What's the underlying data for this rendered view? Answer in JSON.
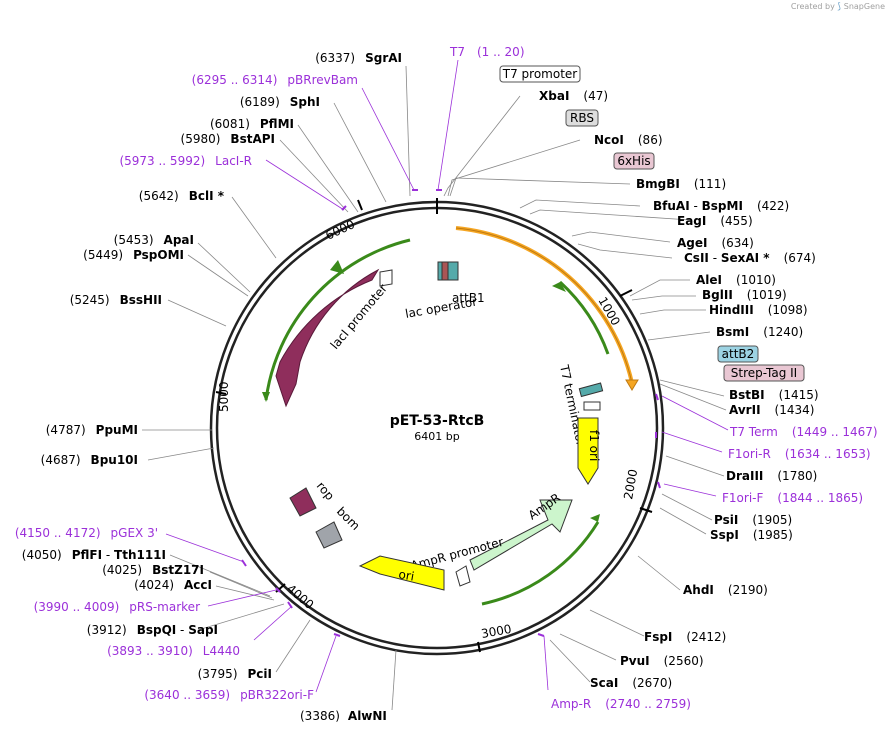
{
  "branding": {
    "created_by": "Created by",
    "logo_text": "SnapGene"
  },
  "plasmid": {
    "name": "pET-53-RtcB",
    "length_label": "6401 bp"
  },
  "ticks": [
    "1000",
    "2000",
    "3000",
    "4000",
    "5000",
    "6000"
  ],
  "features": {
    "attB1": "attB1",
    "lac_operator": "lac operator",
    "lacI": "lacI",
    "lacI_promoter": "lacI promoter",
    "T7_terminator": "T7 terminator",
    "f1_ori": "f1 ori",
    "AmpR": "AmpR",
    "AmpR_promoter": "AmpR promoter",
    "ori": "ori",
    "rop": "rop",
    "bom": "bom"
  },
  "right_labels": [
    {
      "name": "XbaI",
      "pos": "(47)"
    },
    {
      "name": "NcoI",
      "pos": "(86)"
    },
    {
      "name": "BmgBI",
      "pos": "(111)"
    },
    {
      "name": "BfuAI",
      "name2": "BspMI",
      "pos": "(422)"
    },
    {
      "name": "EagI",
      "pos": "(455)"
    },
    {
      "name": "AgeI",
      "pos": "(634)"
    },
    {
      "name": "CsII",
      "name2": "SexAI *",
      "pos": "(674)"
    },
    {
      "name": "AleI",
      "pos": "(1010)"
    },
    {
      "name": "BglII",
      "pos": "(1019)"
    },
    {
      "name": "HindIII",
      "pos": "(1098)"
    },
    {
      "name": "BsmI",
      "pos": "(1240)"
    },
    {
      "name": "BstBI",
      "pos": "(1415)"
    },
    {
      "name": "AvrII",
      "pos": "(1434)"
    },
    {
      "name": "DraIII",
      "pos": "(1780)"
    },
    {
      "name": "PsiI",
      "pos": "(1905)"
    },
    {
      "name": "SspI",
      "pos": "(1985)"
    },
    {
      "name": "AhdI",
      "pos": "(2190)"
    },
    {
      "name": "FspI",
      "pos": "(2412)"
    },
    {
      "name": "PvuI",
      "pos": "(2560)"
    },
    {
      "name": "ScaI",
      "pos": "(2670)"
    },
    {
      "name": "AlwNI",
      "pos": "(3386)"
    }
  ],
  "right_primers": [
    {
      "name": "T7",
      "pos": "(1 .. 20)"
    },
    {
      "name": "T7 Term",
      "pos": "(1449 .. 1467)"
    },
    {
      "name": "F1ori-R",
      "pos": "(1634 .. 1653)"
    },
    {
      "name": "F1ori-F",
      "pos": "(1844 .. 1865)"
    },
    {
      "name": "Amp-R",
      "pos": "(2740 .. 2759)"
    }
  ],
  "boxed_features": {
    "T7_promoter": "T7 promoter",
    "RBS": "RBS",
    "6xHis": "6xHis",
    "attB2": "attB2",
    "Strep_Tag_II": "Strep-Tag II"
  },
  "left_labels": [
    {
      "pos": "(6337)",
      "name": "SgrAI"
    },
    {
      "pos": "(6189)",
      "name": "SphI"
    },
    {
      "pos": "(6081)",
      "name": "PflMI"
    },
    {
      "pos": "(5980)",
      "name": "BstAPI"
    },
    {
      "pos": "(5642)",
      "name": "BclI *"
    },
    {
      "pos": "(5453)",
      "name": "ApaI"
    },
    {
      "pos": "(5449)",
      "name": "PspOMI"
    },
    {
      "pos": "(5245)",
      "name": "BssHII"
    },
    {
      "pos": "(4787)",
      "name": "PpuMI"
    },
    {
      "pos": "(4687)",
      "name": "Bpu10I"
    },
    {
      "pos": "(4050)",
      "name": "PflFI",
      "name2": "Tth111I"
    },
    {
      "pos": "(4025)",
      "name": "BstZ17I"
    },
    {
      "pos": "(4024)",
      "name": "AccI"
    },
    {
      "pos": "(3912)",
      "name": "BspQI",
      "name2": "SapI"
    },
    {
      "pos": "(3795)",
      "name": "PciI"
    }
  ],
  "left_primers": [
    {
      "pos": "(6295 .. 6314)",
      "name": "pBRrevBam"
    },
    {
      "pos": "(5973 .. 5992)",
      "name": "LacI-R"
    },
    {
      "pos": "(4150 .. 4172)",
      "name": "pGEX 3'"
    },
    {
      "pos": "(3990 .. 4009)",
      "name": "pRS-marker"
    },
    {
      "pos": "(3893 .. 3910)",
      "name": "L4440"
    },
    {
      "pos": "(3640 .. 3659)",
      "name": "pBR322ori-F"
    }
  ],
  "colors": {
    "backbone": "#222222",
    "primer": "#9b30d9",
    "lacI": "#8f2e5c",
    "AmpR": "#ccf5cc",
    "ori": "#ffff00",
    "f1ori": "#ffff00",
    "orange_arc": "#f5a623",
    "green_arc": "#3a8a1a",
    "bom": "#a0a4aa"
  }
}
